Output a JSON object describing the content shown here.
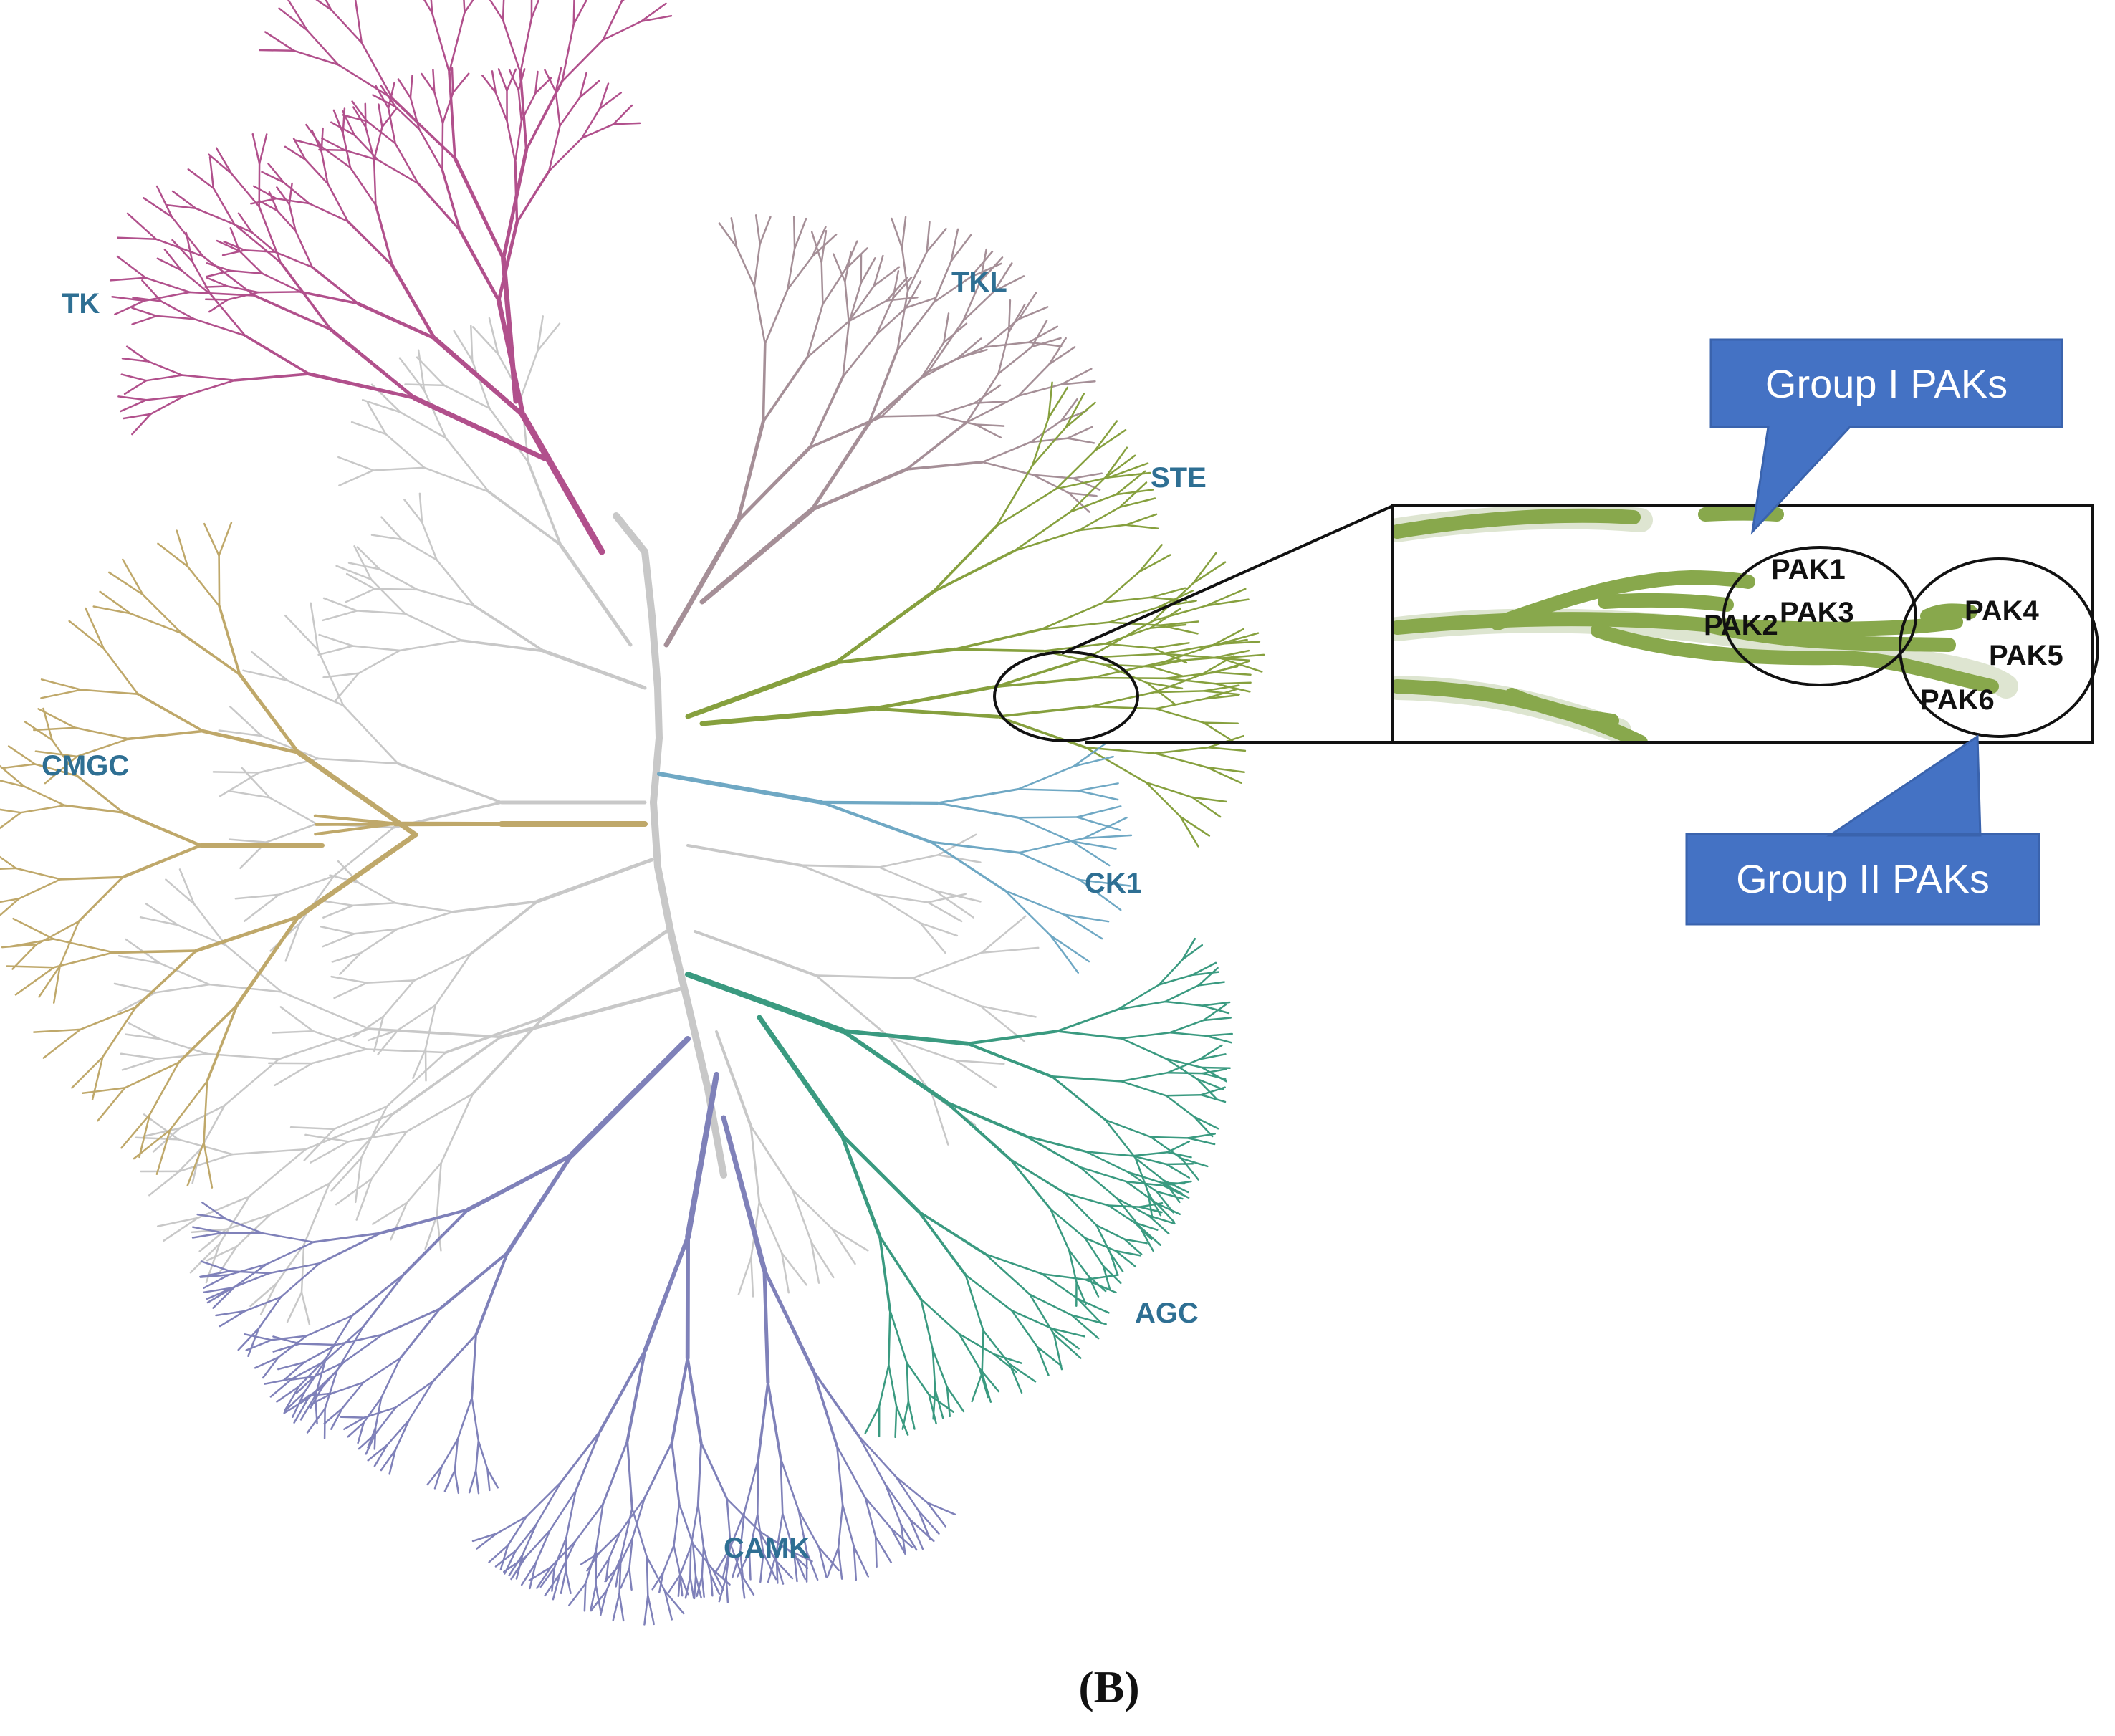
{
  "families": [
    {
      "key": "tk",
      "label": "TK",
      "color": "#b1508c"
    },
    {
      "key": "tkl",
      "label": "TKL",
      "color": "#a58f97"
    },
    {
      "key": "ste",
      "label": "STE",
      "color": "#86a03e"
    },
    {
      "key": "ck1",
      "label": "CK1",
      "color": "#6fa8c4"
    },
    {
      "key": "agc",
      "label": "AGC",
      "color": "#3a9a80"
    },
    {
      "key": "camk",
      "label": "CAMK",
      "color": "#7f81b9"
    },
    {
      "key": "cmgc",
      "label": "CMGC",
      "color": "#bfa86a"
    },
    {
      "key": "other",
      "label": "",
      "color": "#c8c8c8"
    }
  ],
  "label_color": "#2e6f93",
  "inset": {
    "group1": {
      "label": "Group I PAKs",
      "members": [
        "PAK1",
        "PAK2",
        "PAK3"
      ]
    },
    "group2": {
      "label": "Group II PAKs",
      "members": [
        "PAK4",
        "PAK5",
        "PAK6"
      ]
    }
  },
  "callout_color": "#4472c4",
  "panel_label": "(B)"
}
